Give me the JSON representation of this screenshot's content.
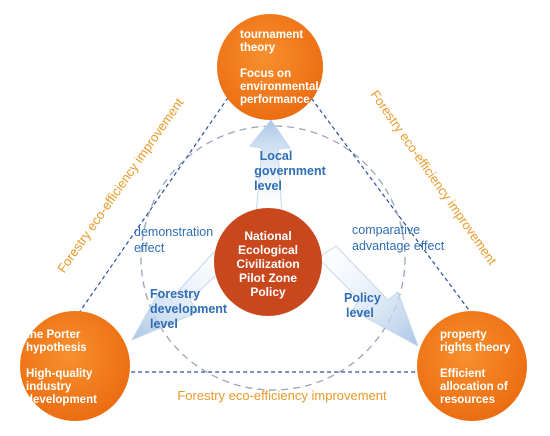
{
  "center": {
    "lines": [
      "National",
      "Ecological",
      "Civilization",
      "Pilot Zone",
      "Policy"
    ]
  },
  "top_node": {
    "lines": [
      "tournament",
      "theory",
      "",
      "Focus on",
      "environmental",
      "performance"
    ]
  },
  "left_node": {
    "lines": [
      "the Porter",
      "hypothesis",
      "",
      "High-quality",
      "industry",
      "development"
    ]
  },
  "right_node": {
    "lines": [
      "property",
      "rights theory",
      "",
      "Efficient",
      "allocation of",
      "resources"
    ]
  },
  "arrow_labels": {
    "up": [
      "Local",
      "government",
      "level"
    ],
    "left": [
      "Forestry",
      "development",
      "level"
    ],
    "right": [
      "Policy",
      "level"
    ]
  },
  "effects": {
    "left": [
      "demonstration",
      "effect"
    ],
    "right": [
      "comparative",
      "advantage effect"
    ]
  },
  "edges": {
    "left": "Forestry eco-efficiency improvement",
    "right": "Forestry eco-efficiency improvement",
    "bottom": "Forestry eco-efficiency improvement"
  },
  "colors": {
    "outer_circle": "#f5841f",
    "center_circle": "#c9471d",
    "label_blue": "#2f6db5",
    "edge_orange": "#e89a2a",
    "arrow_fill": "#c9ddf0",
    "dashed_line": "#2b4f9e"
  }
}
